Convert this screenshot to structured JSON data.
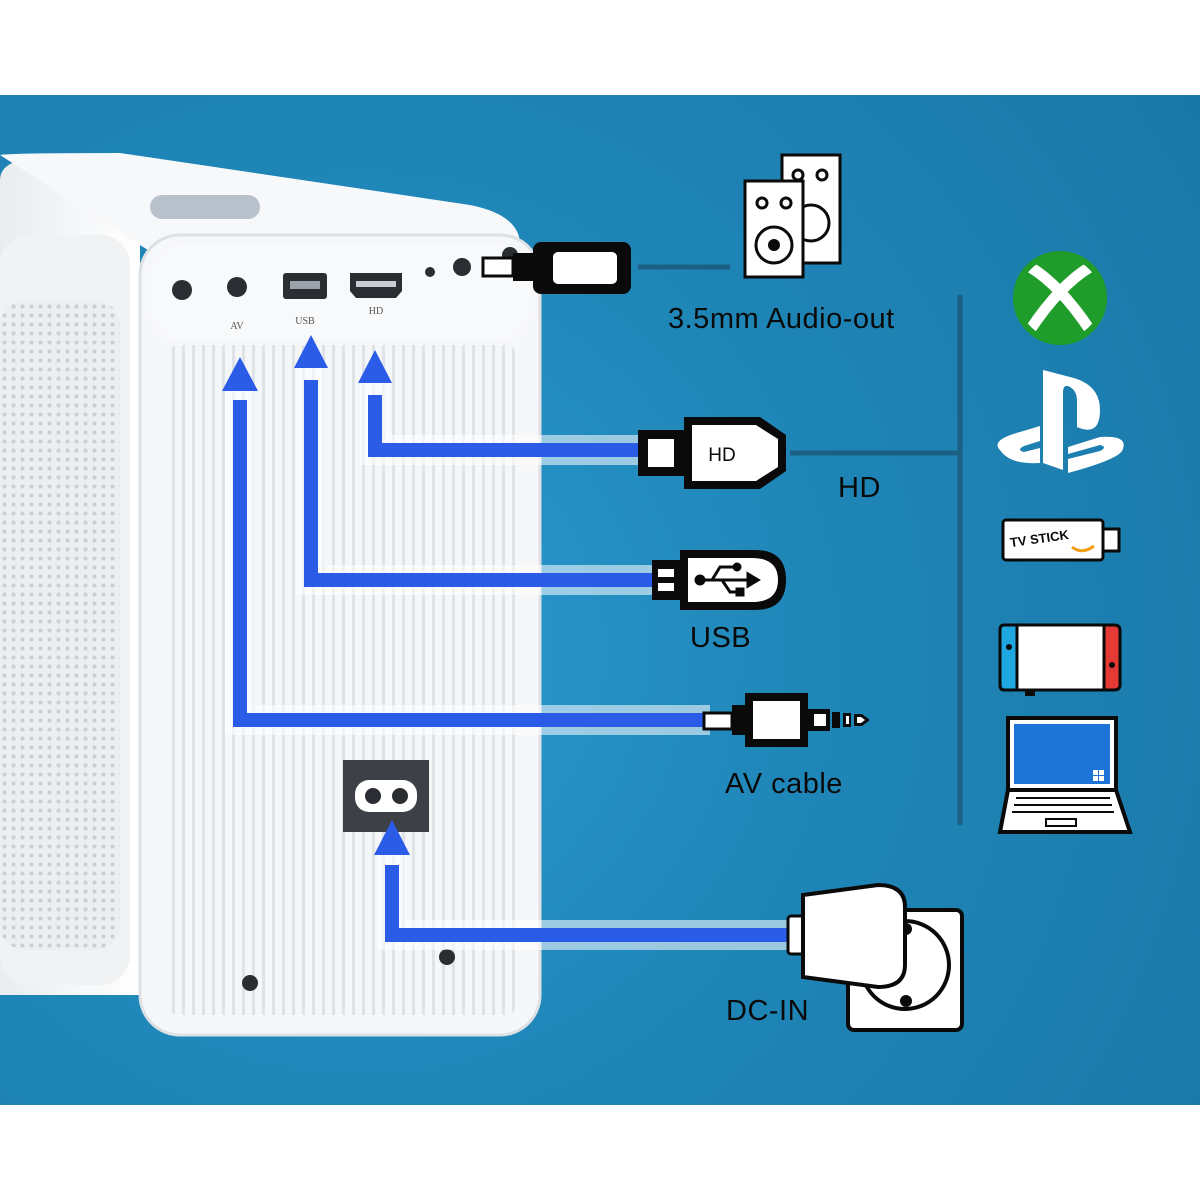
{
  "ports": {
    "av": "AV",
    "usb": "USB",
    "hd": "HD"
  },
  "cables": {
    "audio_label": "3.5mm Audio-out",
    "hd_plug_text": "HD",
    "hd_label": "HD",
    "usb_label": "USB",
    "av_label": "AV cable",
    "dc_label": "DC-IN"
  },
  "devices": [
    {
      "name": "xbox-icon"
    },
    {
      "name": "playstation-icon"
    },
    {
      "name": "tv-stick-icon",
      "text": "TV STICK"
    },
    {
      "name": "game-console-icon"
    },
    {
      "name": "laptop-icon"
    }
  ],
  "colors": {
    "background": "#1f86b8",
    "arrow_blue": "#2b5ce8",
    "xbox_green": "#1f9c2a",
    "laptop_screen": "#1e73d6",
    "switch_blue": "#1ea7e0",
    "switch_red": "#e53935"
  }
}
